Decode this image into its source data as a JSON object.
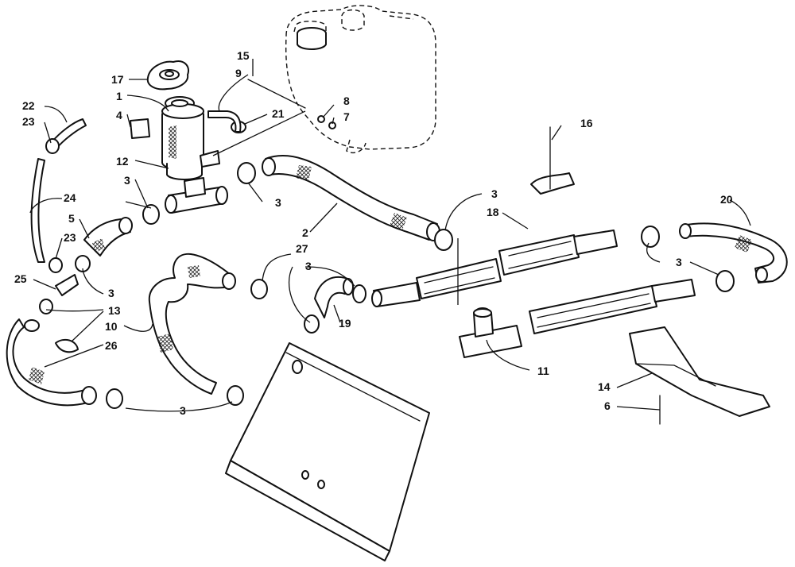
{
  "callouts": [
    {
      "id": "c1",
      "text": "1"
    },
    {
      "id": "c2",
      "text": "2"
    },
    {
      "id": "c3a",
      "text": "3"
    },
    {
      "id": "c3b",
      "text": "3"
    },
    {
      "id": "c3c",
      "text": "3"
    },
    {
      "id": "c3d",
      "text": "3"
    },
    {
      "id": "c3e",
      "text": "3"
    },
    {
      "id": "c3f",
      "text": "3"
    },
    {
      "id": "c3g",
      "text": "3"
    },
    {
      "id": "c4",
      "text": "4"
    },
    {
      "id": "c5",
      "text": "5"
    },
    {
      "id": "c6",
      "text": "6"
    },
    {
      "id": "c7",
      "text": "7"
    },
    {
      "id": "c8",
      "text": "8"
    },
    {
      "id": "c9",
      "text": "9"
    },
    {
      "id": "c10",
      "text": "10"
    },
    {
      "id": "c11",
      "text": "11"
    },
    {
      "id": "c12",
      "text": "12"
    },
    {
      "id": "c13",
      "text": "13"
    },
    {
      "id": "c14",
      "text": "14"
    },
    {
      "id": "c15",
      "text": "15"
    },
    {
      "id": "c16",
      "text": "16"
    },
    {
      "id": "c17",
      "text": "17"
    },
    {
      "id": "c18",
      "text": "18"
    },
    {
      "id": "c19",
      "text": "19"
    },
    {
      "id": "c20",
      "text": "20"
    },
    {
      "id": "c21",
      "text": "21"
    },
    {
      "id": "c22",
      "text": "22"
    },
    {
      "id": "c23a",
      "text": "23"
    },
    {
      "id": "c23b",
      "text": "23"
    },
    {
      "id": "c24",
      "text": "24"
    },
    {
      "id": "c25",
      "text": "25"
    },
    {
      "id": "c26",
      "text": "26"
    },
    {
      "id": "c27",
      "text": "27"
    }
  ]
}
